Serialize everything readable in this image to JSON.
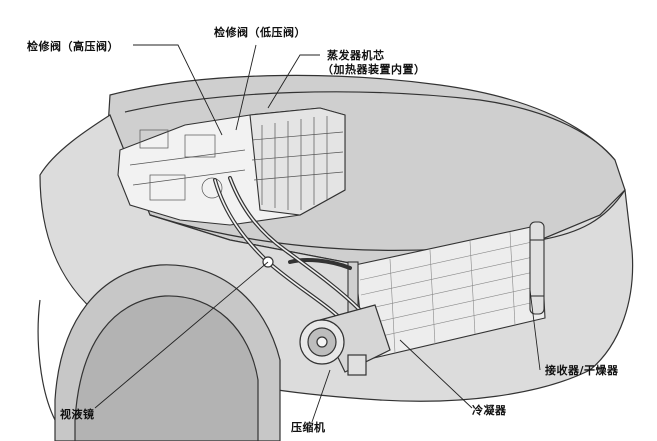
{
  "labels": {
    "high_valve": "检修阀（高压阀）",
    "low_valve": "检修阀（低压阀）",
    "evaporator_line1": "蒸发器机芯",
    "evaporator_line2": "（加热器装置内置）",
    "receiver_dryer": "接收器/干燥器",
    "sight_glass": "视液镜",
    "condenser": "冷凝器",
    "compressor": "压缩机"
  },
  "colors": {
    "line": "#333333",
    "body_fill": "#d9d9d9",
    "shade": "#bdbdbd",
    "component_fill": "#f2f2f2"
  }
}
